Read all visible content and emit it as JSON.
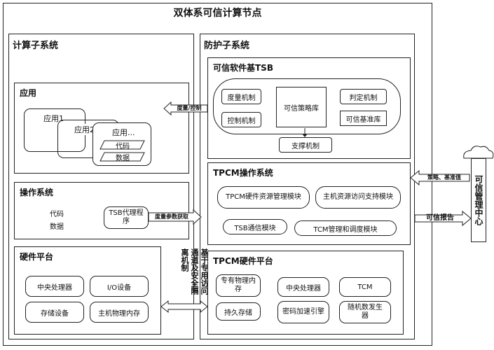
{
  "title": "双体系可信计算节点",
  "compute": {
    "title": "计算子系统",
    "app": {
      "title": "应用",
      "app1": "应用1",
      "app2": "应用2",
      "app3": "应用...",
      "code": "代码",
      "data": "数据"
    },
    "os": {
      "title": "操作系统",
      "code": "代码",
      "data": "数据",
      "tsb_proxy": "TSB代理程序"
    },
    "hw": {
      "title": "硬件平台",
      "cpu": "中央处理器",
      "io": "I/O设备",
      "storage": "存储设备",
      "memory": "主机物理内存"
    }
  },
  "protect": {
    "title": "防护子系统",
    "tsb": {
      "title": "可信软件基TSB",
      "measure": "度量机制",
      "control": "控制机制",
      "policy_lib": "可信策略库",
      "judge": "判定机制",
      "baseline_lib": "可信基准库",
      "support": "支撑机制"
    },
    "tpcm_os": {
      "title": "TPCM操作系统",
      "res_mgmt": "TPCM硬件资源管理模块",
      "host_access": "主机资源访问支持模块",
      "tsb_comm": "TSB通信模块",
      "tcm_sched": "TCM管理和调度模块"
    },
    "tpcm_hw": {
      "title": "TPCM硬件平台",
      "private_mem": "专有物理内存",
      "cpu": "中央处理器",
      "tcm": "TCM",
      "persist": "持久存储",
      "crypto": "密码加速引擎",
      "rng": "随机数发生器"
    }
  },
  "arrows": {
    "measure_control": "度量/控制",
    "measure_params": "度量参数获取",
    "dedicated_channel": "基于专用访问通道及安全隔离机制",
    "policy_baseline": "策略、基准值",
    "trust_report": "可信报告"
  },
  "center": {
    "name": "可信管理中心"
  }
}
